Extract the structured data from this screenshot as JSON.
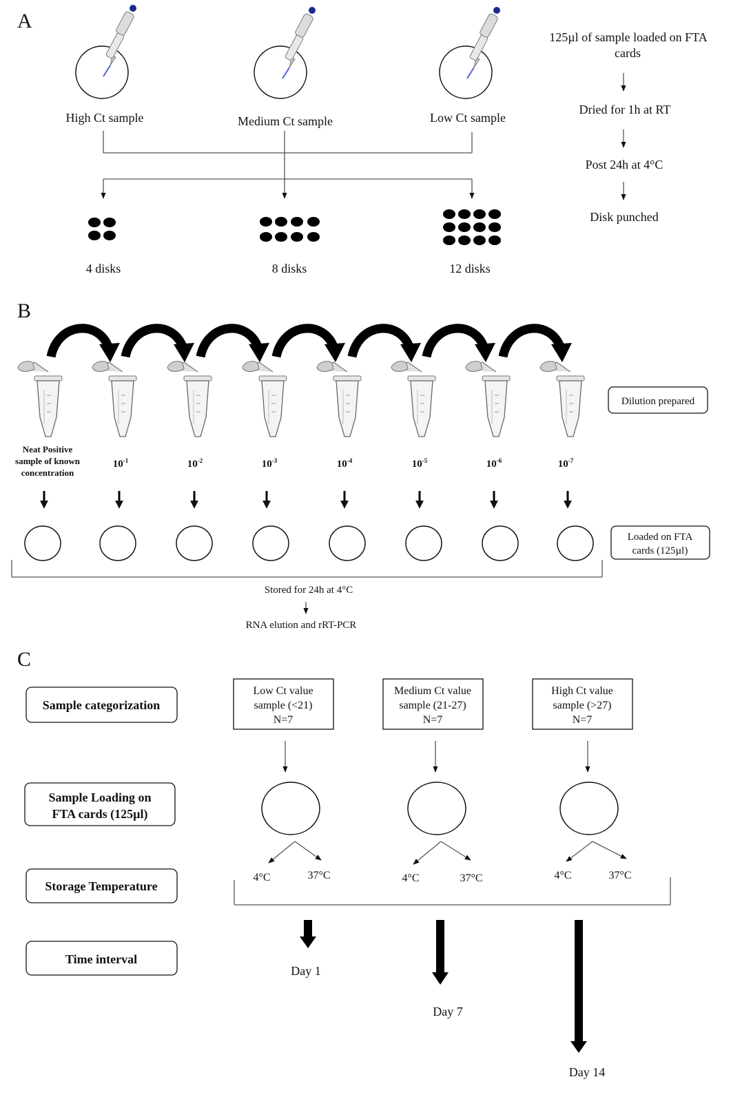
{
  "panel_a": {
    "letter": "A",
    "samples": [
      "High Ct sample",
      "Medium Ct sample",
      "Low Ct sample"
    ],
    "disks": [
      "4 disks",
      "8 disks",
      "12 disks"
    ],
    "steps": [
      "125µl of sample loaded on FTA",
      "cards",
      "Dried for 1h at RT",
      "Post 24h at 4°C",
      "Disk punched"
    ]
  },
  "panel_b": {
    "letter": "B",
    "neat_label": [
      "Neat Positive",
      "sample of known",
      "concentration"
    ],
    "dilutions": [
      {
        "base": "10",
        "exp": "-1"
      },
      {
        "base": "10",
        "exp": "-2"
      },
      {
        "base": "10",
        "exp": "-3"
      },
      {
        "base": "10",
        "exp": "-4"
      },
      {
        "base": "10",
        "exp": "-5"
      },
      {
        "base": "10",
        "exp": "-6"
      },
      {
        "base": "10",
        "exp": "-7"
      }
    ],
    "dilution_box": "Dilution prepared",
    "loaded_box": [
      "Loaded on FTA",
      "cards (125µl)"
    ],
    "stored": "Stored for 24h at 4°C",
    "rna": "RNA elution and rRT-PCR"
  },
  "panel_c": {
    "letter": "C",
    "row_labels": {
      "categorization": "Sample categorization",
      "loading": [
        "Sample Loading on",
        "FTA cards (125µl)"
      ],
      "storage": "Storage Temperature",
      "time": "Time interval"
    },
    "groups": [
      {
        "lines": [
          "Low Ct value",
          "sample (<21)",
          "N=7"
        ],
        "t1": "4°C",
        "t2": "37°C",
        "day": "Day 1"
      },
      {
        "lines": [
          "Medium Ct value",
          "sample (21-27)",
          "N=7"
        ],
        "t1": "4°C",
        "t2": "37°C",
        "day": "Day 7"
      },
      {
        "lines": [
          "High Ct value",
          "sample (>27)",
          "N=7"
        ],
        "t1": "4°C",
        "t2": "37°C",
        "day": "Day 14"
      }
    ]
  }
}
